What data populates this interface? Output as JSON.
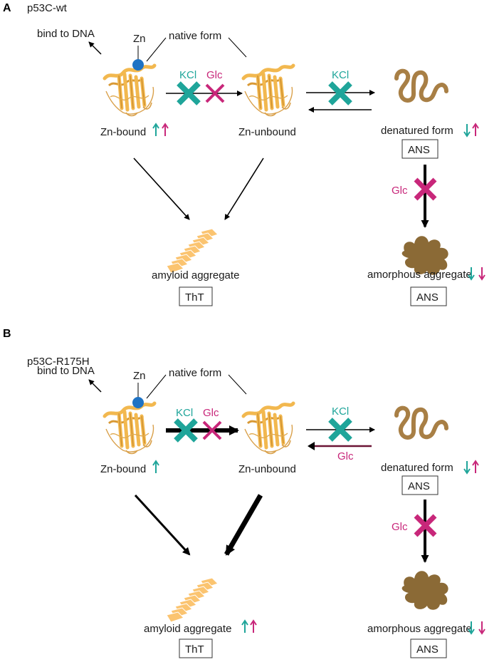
{
  "colors": {
    "kcl": "#1fa59a",
    "glc": "#c8277a",
    "protein": "#f2b84f",
    "zinc": "#1f73c4",
    "coil": "#a87f45",
    "amorphous": "#8b6a36",
    "amyloid": "#fbc470",
    "glc_arrow": "#6b1435"
  },
  "panelA": {
    "letter": "A",
    "title": "p53C-wt",
    "bind_dna": "bind to DNA",
    "zn": "Zn",
    "native_form": "native form",
    "kcl1": "KCl",
    "glc1": "Glc",
    "kcl2": "KCl",
    "zn_bound": "Zn-bound",
    "zn_unbound": "Zn-unbound",
    "denatured": "denatured form",
    "ans1": "ANS",
    "glc_v": "Glc",
    "amyloid": "amyloid aggregate",
    "tht": "ThT",
    "amorphous": "amorphous aggregate",
    "ans2": "ANS"
  },
  "panelB": {
    "letter": "B",
    "title": "p53C-R175H",
    "bind_dna": "bind to DNA",
    "zn": "Zn",
    "native_form": "native form",
    "kcl1": "KCl",
    "glc1": "Glc",
    "kcl2": "KCl",
    "glc_rev": "Glc",
    "zn_bound": "Zn-bound",
    "zn_unbound": "Zn-unbound",
    "denatured": "denatured form",
    "ans1": "ANS",
    "glc_v": "Glc",
    "amyloid": "amyloid aggregate",
    "tht": "ThT",
    "amorphous": "amorphous aggregate",
    "ans2": "ANS"
  }
}
